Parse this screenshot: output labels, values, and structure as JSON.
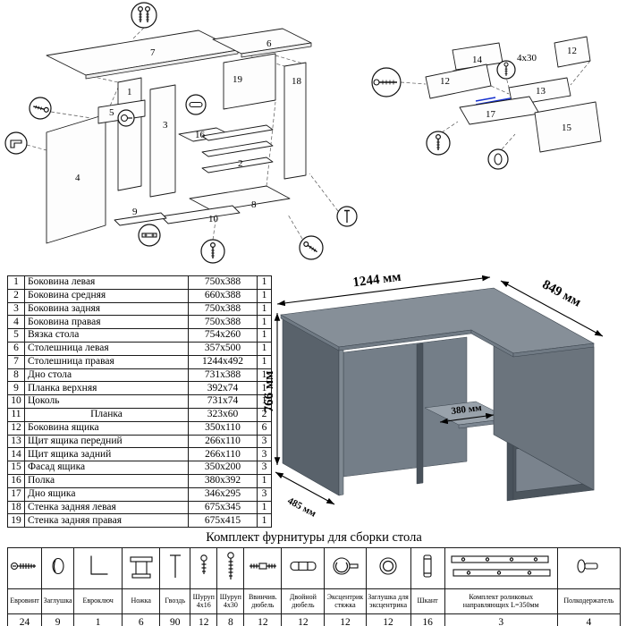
{
  "diagram_left": {
    "labels": [
      "7",
      "6",
      "19",
      "18",
      "5",
      "3",
      "16",
      "1",
      "2",
      "9",
      "10",
      "8",
      "4"
    ]
  },
  "diagram_right": {
    "labels": [
      "14",
      "12",
      "12",
      "13",
      "17",
      "15"
    ],
    "screw_note": "4x30"
  },
  "parts": {
    "rows": [
      {
        "num": "1",
        "name": "Боковина левая",
        "size": "750x388",
        "qty": "1"
      },
      {
        "num": "2",
        "name": "Боковина средняя",
        "size": "660x388",
        "qty": "1"
      },
      {
        "num": "3",
        "name": "Боковина задняя",
        "size": "750x388",
        "qty": "1"
      },
      {
        "num": "4",
        "name": "Боковина правая",
        "size": "750x388",
        "qty": "1"
      },
      {
        "num": "5",
        "name": "Вязка стола",
        "size": "754x260",
        "qty": "1"
      },
      {
        "num": "6",
        "name": "Столешница левая",
        "size": "357x500",
        "qty": "1"
      },
      {
        "num": "7",
        "name": "Столешница правая",
        "size": "1244x492",
        "qty": "1"
      },
      {
        "num": "8",
        "name": "Дно стола",
        "size": "731x388",
        "qty": "1"
      },
      {
        "num": "9",
        "name": "Планка верхняя",
        "size": "392x74",
        "qty": "1"
      },
      {
        "num": "10",
        "name": "Цоколь",
        "size": "731x74",
        "qty": "1"
      },
      {
        "num": "11",
        "name": "Планка",
        "size": "323x60",
        "qty": "2"
      },
      {
        "num": "12",
        "name": "Боковина ящика",
        "size": "350x110",
        "qty": "6"
      },
      {
        "num": "13",
        "name": "Щит ящика передний",
        "size": "266x110",
        "qty": "3"
      },
      {
        "num": "14",
        "name": "Щит ящика задний",
        "size": "266x110",
        "qty": "3"
      },
      {
        "num": "15",
        "name": "Фасад ящика",
        "size": "350x200",
        "qty": "3"
      },
      {
        "num": "16",
        "name": "Полка",
        "size": "380x392",
        "qty": "1"
      },
      {
        "num": "17",
        "name": "Дно ящика",
        "size": "346x295",
        "qty": "3"
      },
      {
        "num": "18",
        "name": "Стенка задняя левая",
        "size": "675x345",
        "qty": "1"
      },
      {
        "num": "19",
        "name": "Стенка задняя правая",
        "size": "675x415",
        "qty": "1"
      }
    ]
  },
  "desk": {
    "dim_width": "1244 мм",
    "dim_depth": "849 мм",
    "dim_height": "766 мм",
    "dim_shelf": "380 мм",
    "dim_leg": "485 мм"
  },
  "hardware": {
    "title": "Комплект фурнитуры для сборки стола",
    "items": [
      {
        "name": "Евровинт",
        "qty": "24"
      },
      {
        "name": "Заглушка",
        "qty": "9"
      },
      {
        "name": "Евроключ",
        "qty": "1"
      },
      {
        "name": "Ножка",
        "qty": "6"
      },
      {
        "name": "Гвоздь",
        "qty": "90"
      },
      {
        "name": "Шуруп 4x16",
        "qty": "12"
      },
      {
        "name": "Шуруп 4x30",
        "qty": "8"
      },
      {
        "name": "Ввинчив. дюбель",
        "qty": "12"
      },
      {
        "name": "Двойной дюбель",
        "qty": "12"
      },
      {
        "name": "Эксцентрик стяжка",
        "qty": "12"
      },
      {
        "name": "Заглушка для эксцентрика",
        "qty": "12"
      },
      {
        "name": "Шкант",
        "qty": "16"
      },
      {
        "name": "Комплект роликовых направляющих L=350мм",
        "qty": "3"
      },
      {
        "name": "Полкодержатель",
        "qty": "4"
      }
    ]
  }
}
